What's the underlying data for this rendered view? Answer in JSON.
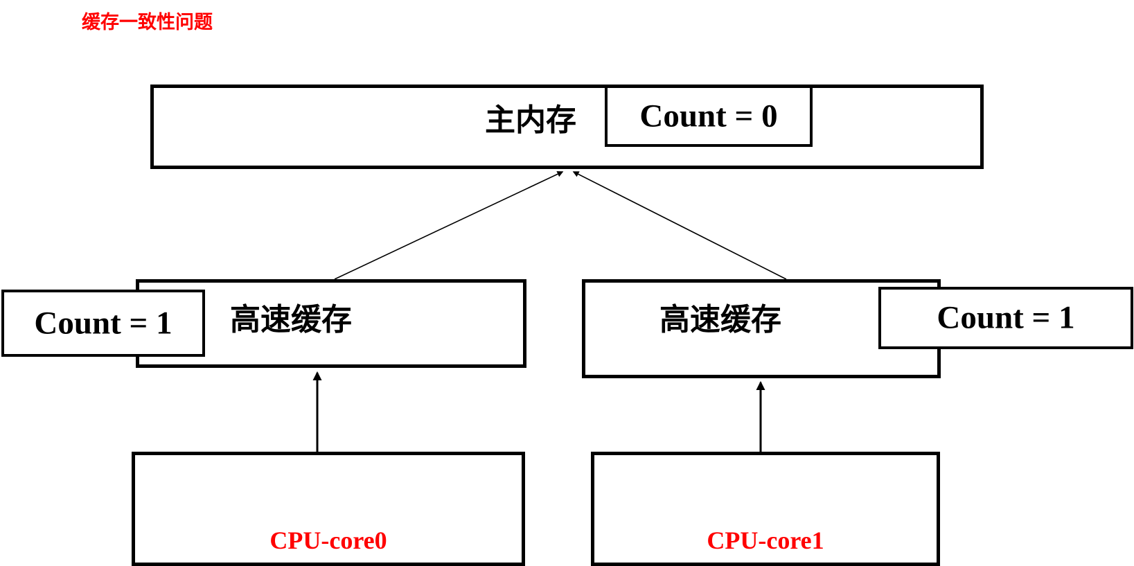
{
  "slide": {
    "title": "缓存一致性问题",
    "title_color": "#ff0000",
    "background": "#ffffff"
  },
  "diagram": {
    "type": "cache-coherence-block-diagram",
    "memory": {
      "label": "主内存",
      "value_box_label": "Count = 0"
    },
    "caches": [
      {
        "label": "高速缓存",
        "value_box_label": "Count = 1",
        "value_box_side": "left"
      },
      {
        "label": "高速缓存",
        "value_box_label": "Count = 1",
        "value_box_side": "right"
      }
    ],
    "cores": [
      {
        "label": "CPU-core0",
        "color": "#ff0000"
      },
      {
        "label": "CPU-core1",
        "color": "#ff0000"
      }
    ],
    "connectors": [
      {
        "from": "cache-left",
        "to": "main-memory",
        "style": "diagonal-arrow"
      },
      {
        "from": "cache-right",
        "to": "main-memory",
        "style": "diagonal-arrow"
      },
      {
        "from": "cpu-core0",
        "to": "cache-left",
        "style": "vertical-arrow"
      },
      {
        "from": "cpu-core1",
        "to": "cache-right",
        "style": "vertical-arrow"
      }
    ]
  }
}
